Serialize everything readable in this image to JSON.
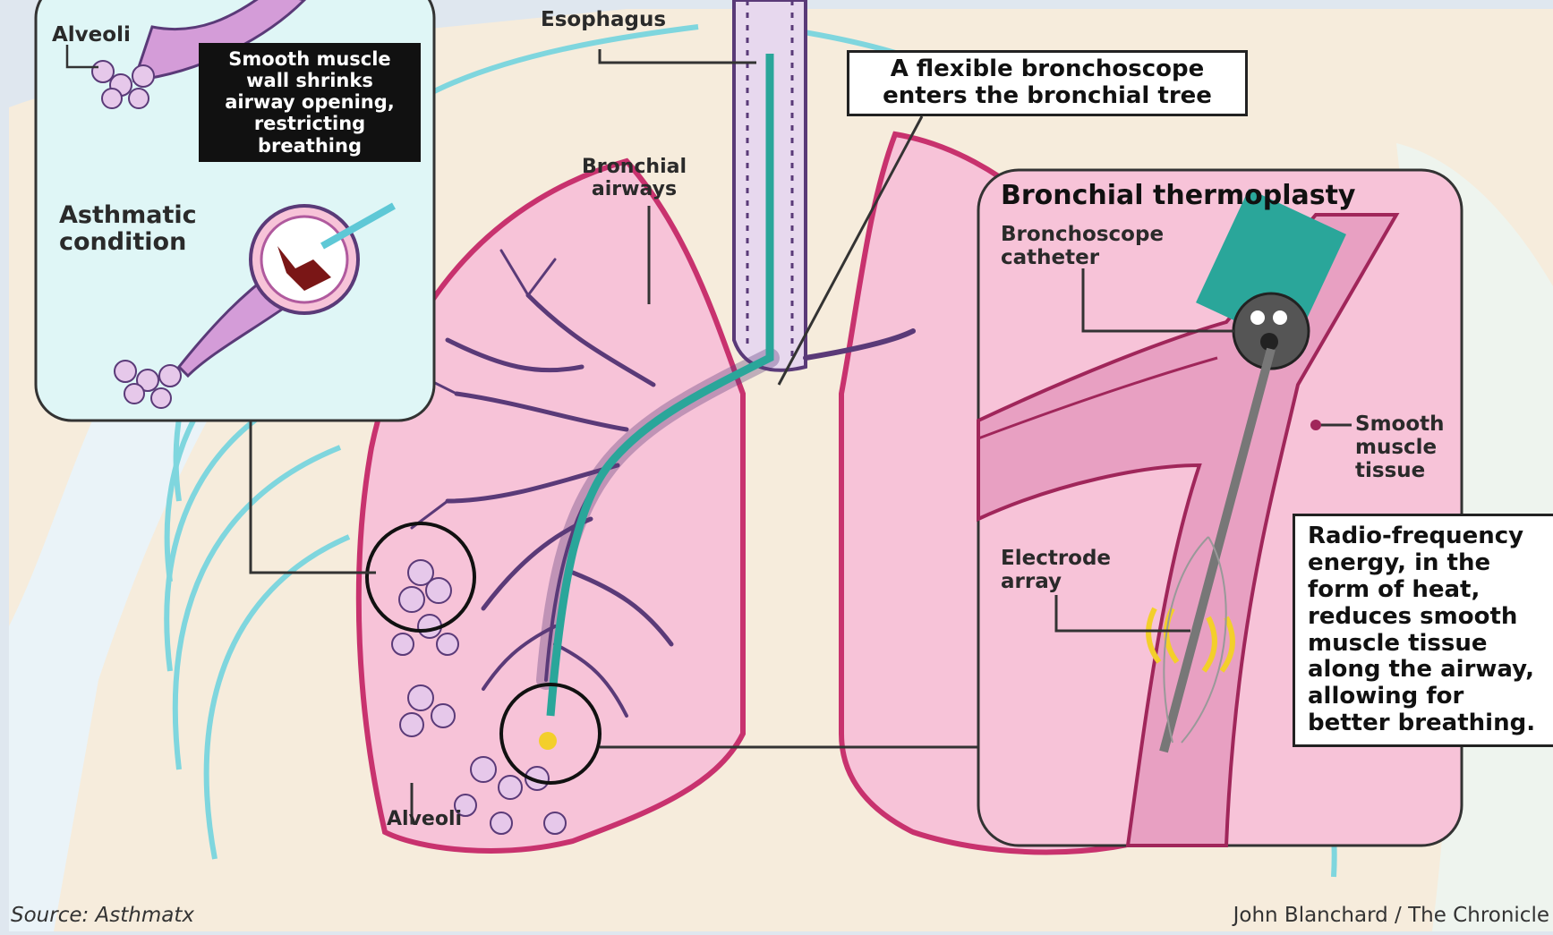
{
  "labels": {
    "alveoli_top": "Alveoli",
    "smooth_muscle_note": "Smooth muscle\nwall shrinks\nairway opening,\nrestricting\nbreathing",
    "asthmatic": "Asthmatic\ncondition",
    "esophagus": "Esophagus",
    "bronchoscope_note": "A flexible bronchoscope\nenters the bronchial tree",
    "bronchial_airways": "Bronchial\nairways",
    "alveoli_bottom": "Alveoli",
    "thermoplasty_title": "Bronchial thermoplasty",
    "bronchoscope_catheter": "Bronchoscope\ncatheter",
    "smooth_muscle_tissue": "Smooth\nmuscle\ntissue",
    "electrode_array": "Electrode\narray",
    "radio_frequency_note": "Radio-frequency\nenergy, in the\nform of heat,\nreduces smooth\nmuscle tissue\nalong the airway,\nallowing for\nbetter breathing."
  },
  "credits": {
    "source": "Source: Asthmatx",
    "artist": "John Blanchard / The Chronicle"
  },
  "colors": {
    "lung_fill": "#f7c3d8",
    "lung_stroke": "#c8326e",
    "airway_fill": "#d9c3e6",
    "airway_stroke": "#5a3a78",
    "scope_teal": "#2aa69a",
    "skin": "#f6ecdc",
    "rib_cyan": "#7fd6de",
    "inset_bg": "#dff6f6",
    "heat_yellow": "#f3cf2b"
  }
}
